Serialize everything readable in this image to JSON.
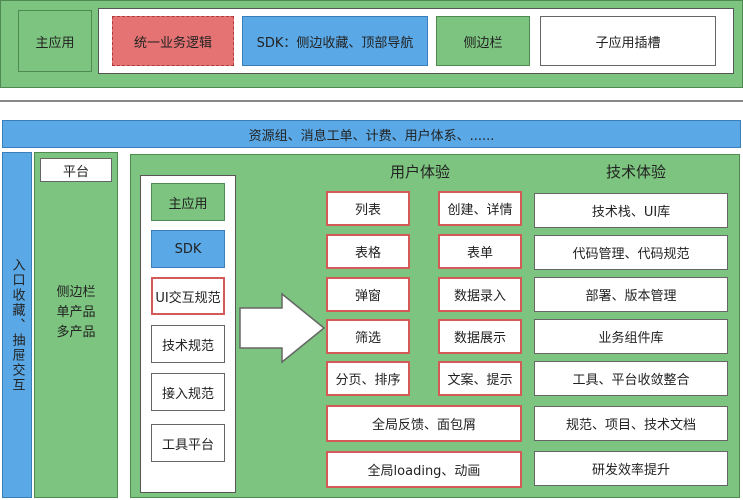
{
  "top": {
    "main_app": "主应用",
    "unified_logic": "统一业务逻辑",
    "sdk_nav": "SDK：侧边收藏、顶部导航",
    "sidebar": "侧边栏",
    "sub_app_slot": "子应用插槽"
  },
  "resource_bar": "资源组、消息工单、计费、用户体系、......",
  "left_entry": "入口收藏、抽屉交互",
  "platform": {
    "label": "平台",
    "desc": "侧边栏\n单产品\n多产品"
  },
  "stack": [
    "主应用",
    "SDK",
    "UI交互规范",
    "技术规范",
    "接入规范",
    "工具平台"
  ],
  "user_experience": {
    "title": "用户体验",
    "left": [
      "列表",
      "表格",
      "弹窗",
      "筛选",
      "分页、排序"
    ],
    "right": [
      "创建、详情",
      "表单",
      "数据录入",
      "数据展示",
      "文案、提示"
    ],
    "wide": [
      "全局反馈、面包屑",
      "全局loading、动画"
    ]
  },
  "tech_experience": {
    "title": "技术体验",
    "items": [
      "技术栈、UI库",
      "代码管理、代码规范",
      "部署、版本管理",
      "业务组件库",
      "工具、平台收敛整合",
      "规范、项目、技术文档",
      "研发效率提升"
    ]
  },
  "colors": {
    "green": "#7cc47f",
    "blue": "#5aa9e6",
    "red": "#d45a5a",
    "red_fill": "#e57373"
  }
}
